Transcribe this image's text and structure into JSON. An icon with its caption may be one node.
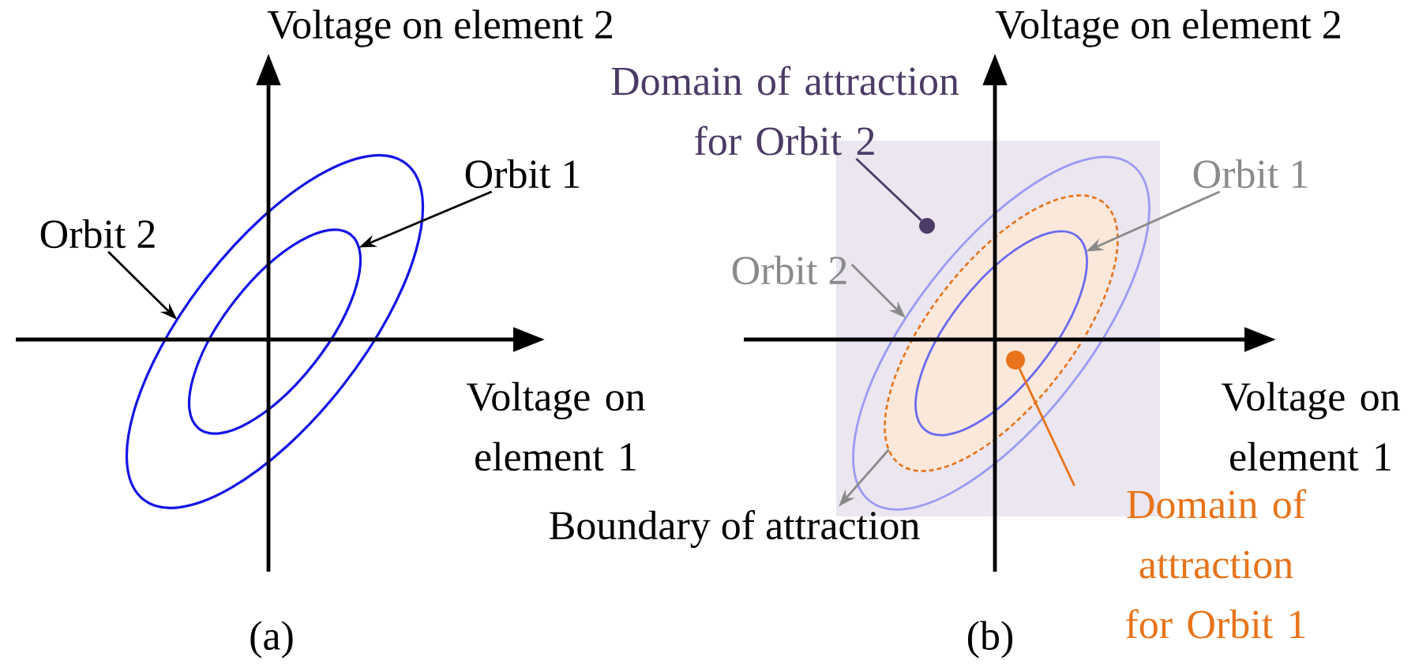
{
  "diagram": {
    "nodes": [
      {
        "text": [
          "Orbit 2"
        ]
      },
      {
        "text": [
          "Orbit 1"
        ]
      },
      {
        "text": [],
        "shape": "ellipse"
      },
      {
        "text": [],
        "shape": "ellipse",
        "in": 2
      },
      {
        "text": [
          "Domain of attraction for Orbit 2"
        ]
      },
      {
        "text": [
          "Orbit 1"
        ]
      },
      {
        "text": [
          "Orbit 2"
        ]
      },
      {
        "text": [],
        "shape": "box"
      },
      {
        "text": [],
        "shape": "circle",
        "in": 7
      },
      {
        "text": [],
        "shape": "ellipse",
        "in": 7
      },
      {
        "text": [],
        "shape": "ellipse",
        "in": 9
      },
      {
        "text": [],
        "shape": "ellipse",
        "in": 10
      },
      {
        "text": [],
        "shape": "circle",
        "in": 11
      },
      {
        "text": [
          "Boundary of attraction"
        ]
      },
      {
        "text": [
          "Domain of attraction for Orbit 1"
        ]
      }
    ],
    "edges": [
      {
        "from": 0,
        "to": 2,
        "arrow": "to",
        "color": "#000000"
      },
      {
        "from": 1,
        "to": 3,
        "arrow": "to",
        "color": "#000000"
      },
      {
        "from": 4,
        "to": 8,
        "arrow": "none",
        "color": "#4b3b66"
      },
      {
        "from": 5,
        "to": 11,
        "arrow": "to",
        "color": "#8a8a8a"
      },
      {
        "from": 6,
        "to": 9,
        "arrow": "to",
        "color": "#8a8a8a"
      },
      {
        "from": 10,
        "to": 13,
        "arrow": "to",
        "color": "#8a8a8a"
      },
      {
        "from": 14,
        "to": 12,
        "arrow": "none",
        "color": "#e8731a"
      }
    ],
    "labels": [
      "Voltage on element 2",
      "Voltage on element 1",
      "(a)",
      "Voltage on element 2",
      "Voltage on element 1",
      "(b)"
    ]
  }
}
